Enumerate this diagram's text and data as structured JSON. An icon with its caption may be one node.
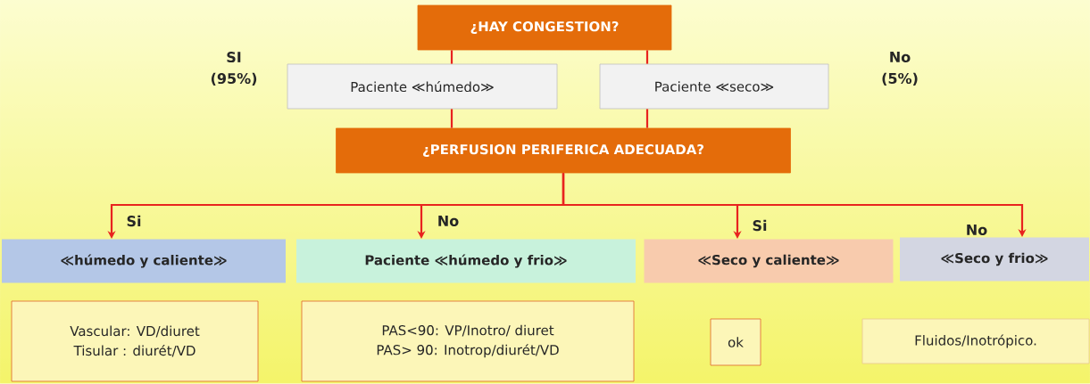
{
  "diagram": {
    "nodes": [
      {
        "text": [
          "¿HAY CONGESTION?"
        ]
      },
      {
        "text": [
          "Paciente ≪húmedo≫"
        ]
      },
      {
        "text": [
          "Paciente ≪seco≫"
        ]
      },
      {
        "text": [
          "¿PERFUSION PERIFERICA ADECUADA?"
        ]
      },
      {
        "text": [
          "≪húmedo y caliente≫"
        ]
      },
      {
        "text": [
          "Paciente ≪húmedo y frio≫"
        ]
      },
      {
        "text": [
          "≪Seco y caliente≫"
        ]
      },
      {
        "text": [
          "≪Seco y frio≫"
        ]
      },
      {
        "text": [
          "Vascular: VD/diuret",
          "Tisular : diurét/VD"
        ]
      },
      {
        "text": [
          "PAS<90: VP/Inotro/ diuret",
          "PAS> 90: Inotrop/diurét/VD"
        ]
      },
      {
        "text": [
          "ok"
        ]
      },
      {
        "text": [
          "Fluidos/Inotrópico."
        ]
      }
    ],
    "edges": [
      {
        "from": 0,
        "to": 1,
        "arrow": "none"
      },
      {
        "from": 0,
        "to": 2,
        "arrow": "none"
      },
      {
        "from": 1,
        "to": 3,
        "arrow": "none"
      },
      {
        "from": 2,
        "to": 3,
        "arrow": "none"
      },
      {
        "from": 3,
        "to": 4,
        "arrow": "to",
        "label": "Si"
      },
      {
        "from": 3,
        "to": 5,
        "arrow": "to",
        "label": "No"
      },
      {
        "from": 3,
        "to": 6,
        "arrow": "to",
        "label": "Si"
      },
      {
        "from": 3,
        "to": 7,
        "arrow": "to",
        "label": "No"
      }
    ],
    "labels": [
      "SI (95%)",
      "No (5%)"
    ]
  }
}
